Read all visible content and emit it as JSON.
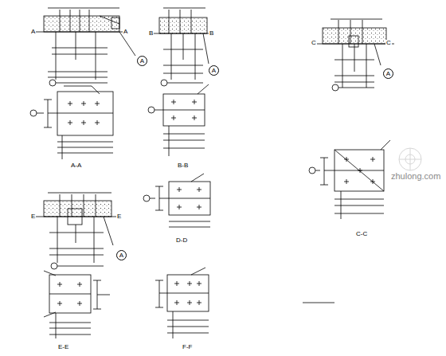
{
  "diagram": {
    "nodes": [
      {
        "text": [
          "A"
        ]
      },
      {
        "text": [
          "A"
        ]
      },
      {
        "text": [
          "A"
        ]
      },
      {
        "text": [
          "A"
        ]
      }
    ],
    "labels": [
      "A",
      "A",
      "A-A",
      "B",
      "B",
      "B-B",
      "C",
      "C",
      "C-C",
      "D-D",
      "E",
      "E",
      "E-E",
      "F-F",
      "zhulong.com"
    ]
  }
}
